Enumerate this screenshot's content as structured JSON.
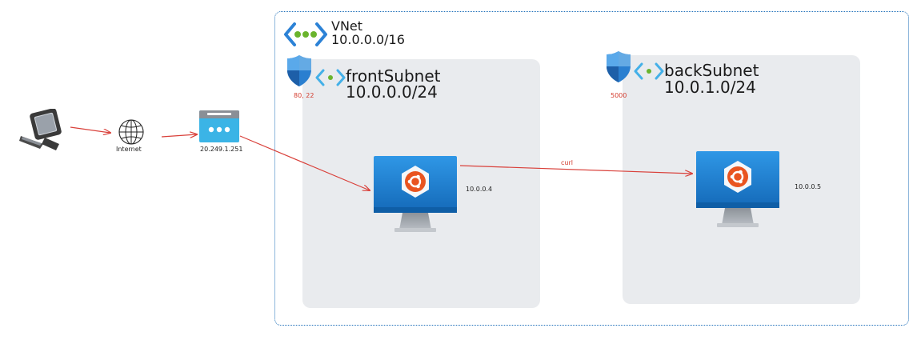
{
  "vnet": {
    "label": "VNet",
    "cidr": "10.0.0.0/16"
  },
  "front_subnet": {
    "label": "frontSubnet",
    "cidr": "10.0.0.0/24",
    "nsg_ports": "80, 22"
  },
  "back_subnet": {
    "label": "backSubnet",
    "cidr": "10.0.1.0/24",
    "nsg_ports": "5000"
  },
  "internet": {
    "label": "Internet"
  },
  "public_ip": {
    "address": "20.249.1.251"
  },
  "front_vm": {
    "ip": "10.0.0.4"
  },
  "back_vm": {
    "ip": "10.0.0.5"
  },
  "connection": {
    "label": "curl"
  },
  "colors": {
    "arrow": "#d9403a",
    "vnet_border": "#1e6fb8",
    "subnet_bg": "#e9ebee",
    "azure_blue": "#1e88d8",
    "ubuntu_orange": "#e95420"
  }
}
